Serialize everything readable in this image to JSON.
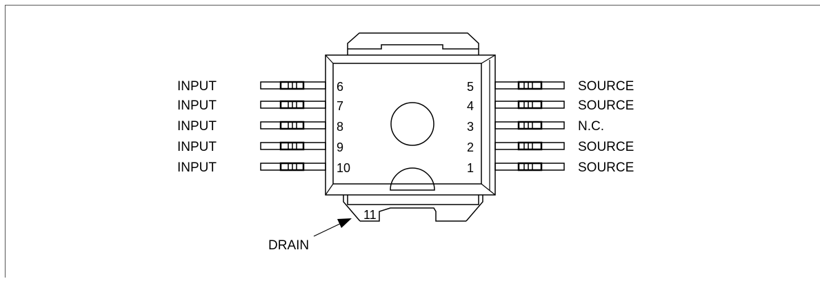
{
  "left_pins": [
    {
      "number": "6",
      "label": "INPUT"
    },
    {
      "number": "7",
      "label": "INPUT"
    },
    {
      "number": "8",
      "label": "INPUT"
    },
    {
      "number": "9",
      "label": "INPUT"
    },
    {
      "number": "10",
      "label": "INPUT"
    }
  ],
  "right_pins": [
    {
      "number": "5",
      "label": "SOURCE"
    },
    {
      "number": "4",
      "label": "SOURCE"
    },
    {
      "number": "3",
      "label": "N.C."
    },
    {
      "number": "2",
      "label": "SOURCE"
    },
    {
      "number": "1",
      "label": "SOURCE"
    }
  ],
  "tab": {
    "number": "11",
    "label": "DRAIN"
  }
}
